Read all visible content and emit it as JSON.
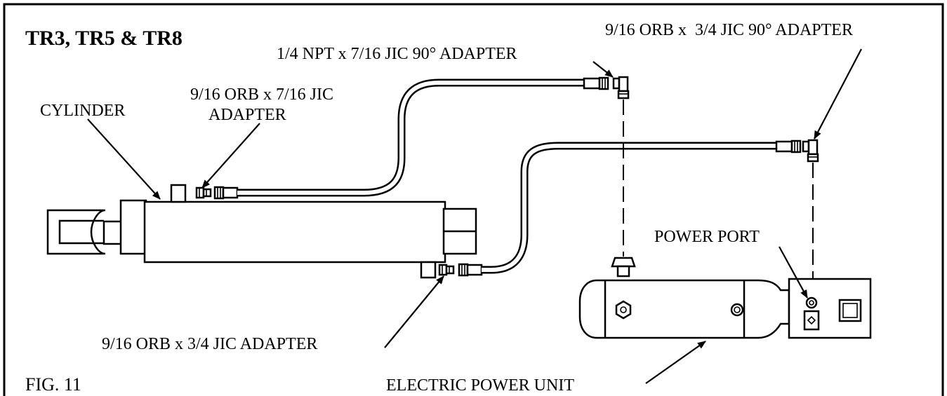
{
  "title": "TR3, TR5 & TR8",
  "figure_label": "FIG. 11",
  "labels": {
    "npt_adapter": "1/4 NPT x 7/16 JIC 90° ADAPTER",
    "orb_34_90_adapter": "9/16 ORB x  3/4 JIC 90° ADAPTER",
    "orb_716_line1": "9/16 ORB x 7/16 JIC",
    "orb_716_line2": "ADAPTER",
    "cylinder": "CYLINDER",
    "power_port": "POWER PORT",
    "orb_34_adapter": "9/16 ORB x 3/4 JIC ADAPTER",
    "electric_power_unit": "ELECTRIC POWER UNIT"
  }
}
